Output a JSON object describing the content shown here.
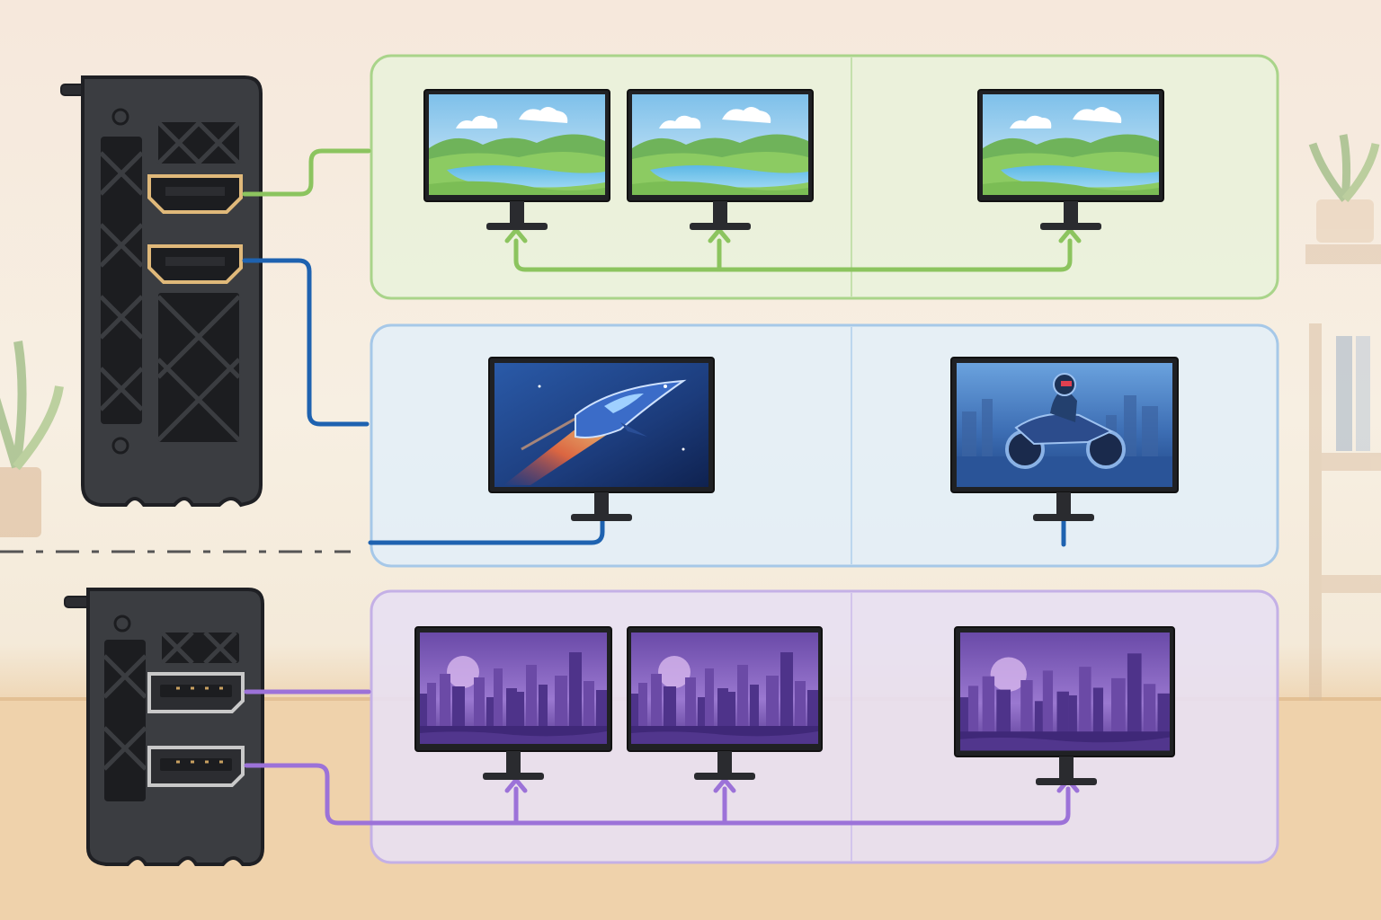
{
  "colors": {
    "group_1": "#8cc45f",
    "group_2": "#1e62b0",
    "group_3": "#9c72d8",
    "card_body": "#3b3d41",
    "card_outline": "#1f2024",
    "hdmi_port": "#e0b97a",
    "dp_port": "#c9c9c9",
    "room_wall": "#f6eadf",
    "desk": "#efd3ad"
  },
  "graphics_cards": [
    {
      "name": "graphics-card-top",
      "ports": [
        "hdmi",
        "hdmi"
      ],
      "port_colors": [
        "group_1",
        "group_2"
      ]
    },
    {
      "name": "graphics-card-bottom",
      "ports": [
        "displayport",
        "displayport"
      ],
      "port_colors": [
        "group_3",
        "group_3"
      ]
    }
  ],
  "groups": [
    {
      "name": "group-nature-span",
      "accent": "group_1",
      "wallpaper": "landscape-with-lake-and-clouds",
      "monitors": [
        {
          "name": "monitor-nature-1",
          "wallpaper": "landscape-with-lake-and-clouds"
        },
        {
          "name": "monitor-nature-2",
          "wallpaper": "landscape-with-lake-and-clouds"
        },
        {
          "name": "monitor-nature-3",
          "wallpaper": "landscape-with-lake-and-clouds"
        }
      ]
    },
    {
      "name": "group-independent-screens",
      "accent": "group_2",
      "monitors": [
        {
          "name": "monitor-spaceship",
          "wallpaper": "spaceship-flying-in-space"
        },
        {
          "name": "monitor-motorcycle",
          "wallpaper": "motorcycle-rider-in-city"
        }
      ]
    },
    {
      "name": "group-city-span",
      "accent": "group_3",
      "wallpaper": "purple-city-skyline",
      "monitors": [
        {
          "name": "monitor-city-1",
          "wallpaper": "purple-city-skyline"
        },
        {
          "name": "monitor-city-2",
          "wallpaper": "purple-city-skyline"
        },
        {
          "name": "monitor-city-3",
          "wallpaper": "purple-city-skyline"
        }
      ]
    }
  ],
  "decorations": [
    "plant-icon",
    "plant-icon",
    "bookshelf"
  ]
}
